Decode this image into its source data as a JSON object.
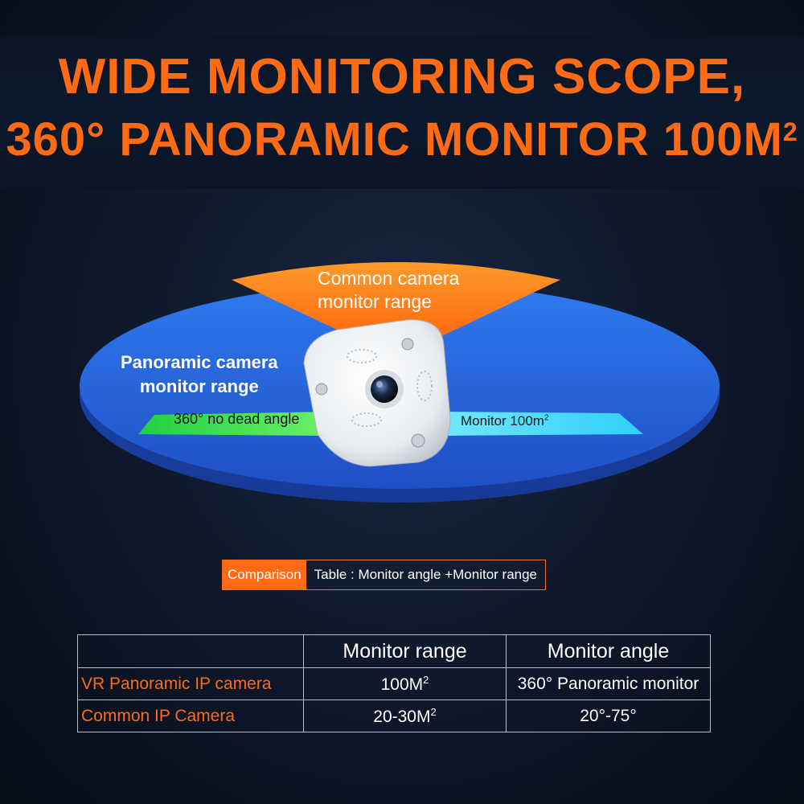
{
  "headline": {
    "line1": "WIDE MONITORING SCOPE,",
    "line2": "360° PANORAMIC MONITOR 100M",
    "line2_sup": "2"
  },
  "diagram": {
    "common_range_label_line1": "Common camera",
    "common_range_label_line2": "monitor range",
    "panoramic_label_line1": "Panoramic camera",
    "panoramic_label_line2": "monitor range",
    "dead_angle_label": "360°  no dead angle",
    "monitor_area_label": "Monitor 100m",
    "monitor_area_sup": "2"
  },
  "comparison": {
    "tag": "Comparison",
    "rest": "Table : Monitor angle +Monitor range"
  },
  "table": {
    "headers": [
      "",
      "Monitor range",
      "Monitor angle"
    ],
    "rows": [
      {
        "name": "VR Panoramic IP camera",
        "range": "100M",
        "range_sup": "2",
        "angle": "360° Panoramic monitor"
      },
      {
        "name": "Common IP Camera",
        "range": "20-30M",
        "range_sup": "2",
        "angle": "20°-75°"
      }
    ]
  },
  "colors": {
    "accent_orange": "#ff6a14",
    "disc_blue": "#2a6be6",
    "green_band": "#3de84a",
    "cyan_band": "#3cdcff",
    "background": "#0d1729"
  }
}
